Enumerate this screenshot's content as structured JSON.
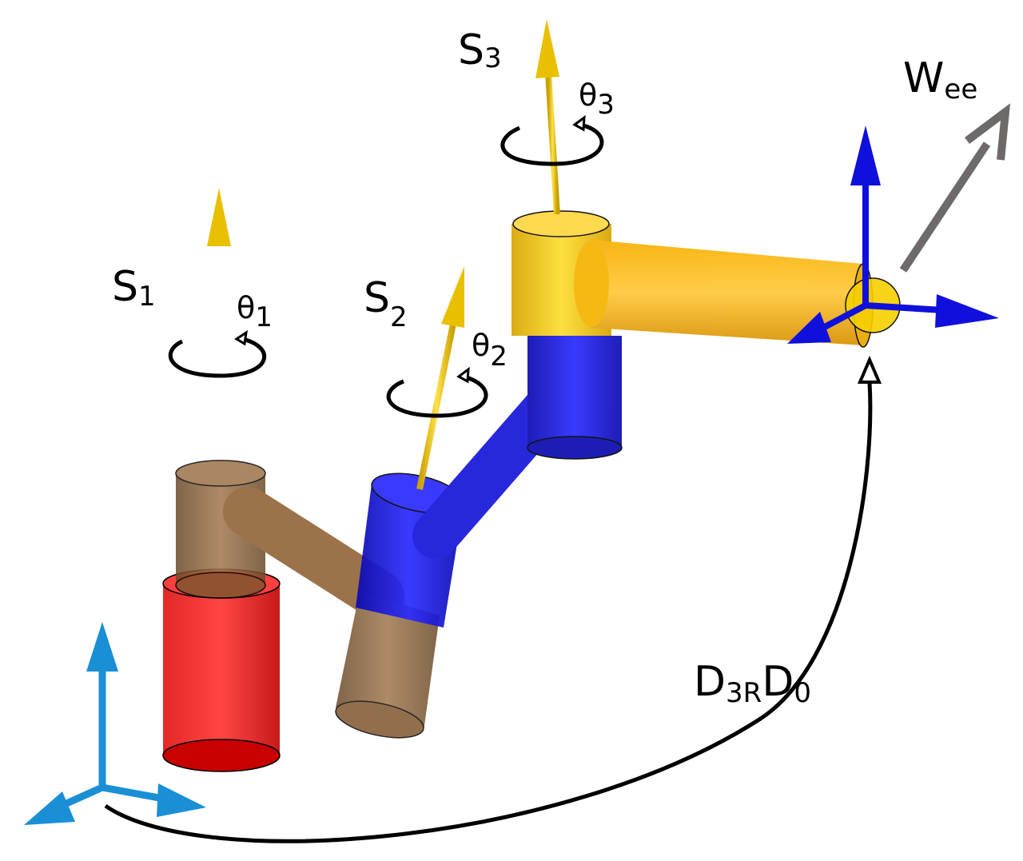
{
  "diagram": {
    "base_frame": {
      "colors": {
        "axes": "#1a8fd6"
      }
    },
    "end_effector_frame": {
      "colors": {
        "axes": "#1010dd"
      }
    },
    "links": {
      "base_colour": "#dd1111",
      "link1_colour": "#8b5a2b",
      "link2_colour": "#1515d8",
      "link3_colour": "#f0c010",
      "link3_arm_colour": "#f0a000"
    },
    "joint_axes": [
      {
        "symbol": "S",
        "index": "1",
        "angle_symbol": "θ",
        "angle_index": "1",
        "colour": "#e8c000"
      },
      {
        "symbol": "S",
        "index": "2",
        "angle_symbol": "θ",
        "angle_index": "2",
        "colour": "#e8c000"
      },
      {
        "symbol": "S",
        "index": "3",
        "angle_symbol": "θ",
        "angle_index": "3",
        "colour": "#e8c000"
      }
    ],
    "wrench": {
      "symbol": "W",
      "subscript": "ee",
      "colour": "#6e6a6a"
    },
    "transform": {
      "label_main": "D",
      "label_sub1": "3R",
      "label_main2": "D",
      "label_sub2": "0"
    }
  }
}
